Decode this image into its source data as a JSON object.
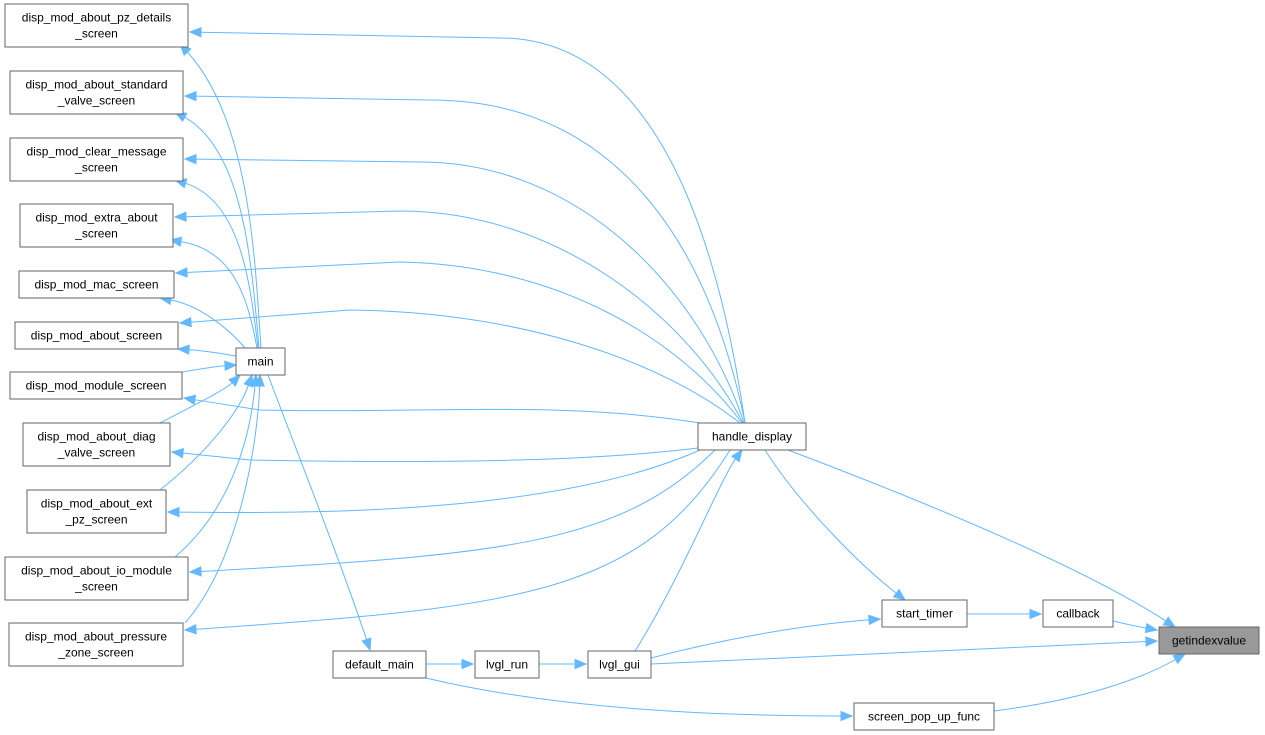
{
  "colors": {
    "edge": "#63b8ff",
    "node_border": "#666666",
    "current_fill": "#999999"
  },
  "nodes": [
    {
      "id": "pz_details",
      "lines": [
        "disp_mod_about_pz_details",
        "_screen"
      ]
    },
    {
      "id": "standard_valve",
      "lines": [
        "disp_mod_about_standard",
        "_valve_screen"
      ]
    },
    {
      "id": "clear_message",
      "lines": [
        "disp_mod_clear_message",
        "_screen"
      ]
    },
    {
      "id": "extra_about",
      "lines": [
        "disp_mod_extra_about",
        "_screen"
      ]
    },
    {
      "id": "mac_screen",
      "lines": [
        "disp_mod_mac_screen"
      ]
    },
    {
      "id": "about_screen",
      "lines": [
        "disp_mod_about_screen"
      ]
    },
    {
      "id": "module_screen",
      "lines": [
        "disp_mod_module_screen"
      ]
    },
    {
      "id": "diag_valve",
      "lines": [
        "disp_mod_about_diag",
        "_valve_screen"
      ]
    },
    {
      "id": "ext_pz",
      "lines": [
        "disp_mod_about_ext",
        "_pz_screen"
      ]
    },
    {
      "id": "io_module",
      "lines": [
        "disp_mod_about_io_module",
        "_screen"
      ]
    },
    {
      "id": "pressure_zone",
      "lines": [
        "disp_mod_about_pressure",
        "_zone_screen"
      ]
    },
    {
      "id": "main",
      "lines": [
        "main"
      ]
    },
    {
      "id": "handle_display",
      "lines": [
        "handle_display"
      ]
    },
    {
      "id": "start_timer",
      "lines": [
        "start_timer"
      ]
    },
    {
      "id": "callback",
      "lines": [
        "callback"
      ]
    },
    {
      "id": "getindexvalue",
      "lines": [
        "getindexvalue"
      ],
      "current": true
    },
    {
      "id": "default_main",
      "lines": [
        "default_main"
      ]
    },
    {
      "id": "lvgl_run",
      "lines": [
        "lvgl_run"
      ]
    },
    {
      "id": "lvgl_gui",
      "lines": [
        "lvgl_gui"
      ]
    },
    {
      "id": "screen_pop_up_func",
      "lines": [
        "screen_pop_up_func"
      ]
    }
  ],
  "edges": [
    {
      "from": "main",
      "to": "pz_details"
    },
    {
      "from": "main",
      "to": "standard_valve"
    },
    {
      "from": "main",
      "to": "clear_message"
    },
    {
      "from": "main",
      "to": "extra_about"
    },
    {
      "from": "main",
      "to": "mac_screen"
    },
    {
      "from": "main",
      "to": "about_screen"
    },
    {
      "from": "main",
      "to": "module_screen"
    },
    {
      "from": "main",
      "to": "diag_valve"
    },
    {
      "from": "main",
      "to": "ext_pz"
    },
    {
      "from": "main",
      "to": "io_module"
    },
    {
      "from": "main",
      "to": "pressure_zone"
    },
    {
      "from": "handle_display",
      "to": "pz_details"
    },
    {
      "from": "handle_display",
      "to": "standard_valve"
    },
    {
      "from": "handle_display",
      "to": "clear_message"
    },
    {
      "from": "handle_display",
      "to": "extra_about"
    },
    {
      "from": "handle_display",
      "to": "mac_screen"
    },
    {
      "from": "handle_display",
      "to": "about_screen"
    },
    {
      "from": "handle_display",
      "to": "module_screen"
    },
    {
      "from": "handle_display",
      "to": "diag_valve"
    },
    {
      "from": "handle_display",
      "to": "ext_pz"
    },
    {
      "from": "handle_display",
      "to": "io_module"
    },
    {
      "from": "handle_display",
      "to": "pressure_zone"
    },
    {
      "from": "main",
      "to": "default_main"
    },
    {
      "from": "default_main",
      "to": "lvgl_run"
    },
    {
      "from": "lvgl_run",
      "to": "lvgl_gui"
    },
    {
      "from": "lvgl_gui",
      "to": "handle_display"
    },
    {
      "from": "handle_display",
      "to": "start_timer"
    },
    {
      "from": "start_timer",
      "to": "callback"
    },
    {
      "from": "callback",
      "to": "getindexvalue"
    },
    {
      "from": "handle_display",
      "to": "getindexvalue"
    },
    {
      "from": "start_timer",
      "to": "lvgl_gui"
    },
    {
      "from": "lvgl_gui",
      "to": "getindexvalue"
    },
    {
      "from": "default_main",
      "to": "screen_pop_up_func"
    },
    {
      "from": "screen_pop_up_func",
      "to": "getindexvalue"
    }
  ]
}
